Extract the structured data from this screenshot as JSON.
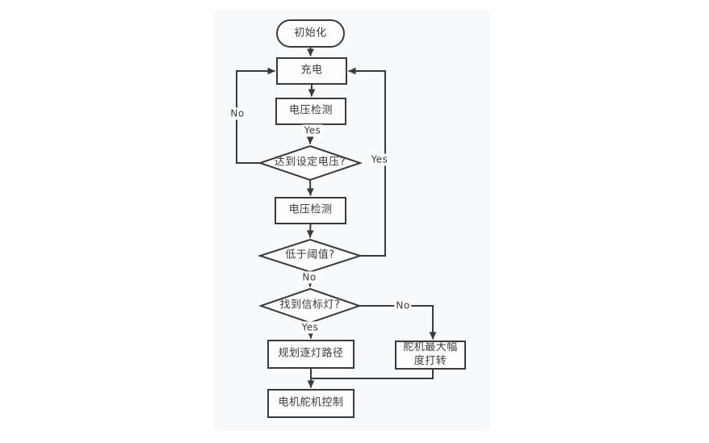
{
  "flowchart": {
    "nodes": {
      "start": {
        "label": "初始化",
        "type": "terminator"
      },
      "charge": {
        "label": "充电",
        "type": "process"
      },
      "voltage_check_1": {
        "label": "电压检测",
        "type": "process"
      },
      "reach_set_voltage": {
        "label": "达到设定电压?",
        "type": "decision"
      },
      "voltage_check_2": {
        "label": "电压检测",
        "type": "process"
      },
      "below_threshold": {
        "label": "低于阈值?",
        "type": "decision"
      },
      "find_beacon": {
        "label": "找到信标灯?",
        "type": "decision"
      },
      "plan_path": {
        "label": "规划逐灯路径",
        "type": "process"
      },
      "servo_max_spin": {
        "label": "舵机最大幅\n度打转",
        "type": "process"
      },
      "motor_servo_control": {
        "label": "电机舵机控制",
        "type": "process"
      }
    },
    "edge_labels": {
      "voltage_to_reach_yes": "Yes",
      "reach_no": "No",
      "threshold_yes": "Yes",
      "threshold_no": "No",
      "beacon_yes": "Yes",
      "beacon_no": "No"
    },
    "colors": {
      "line": "#3a3a3a",
      "node_fill": "#fdfdfd",
      "panel_background": "#f8f9fa",
      "text": "#3c3c3c"
    }
  }
}
